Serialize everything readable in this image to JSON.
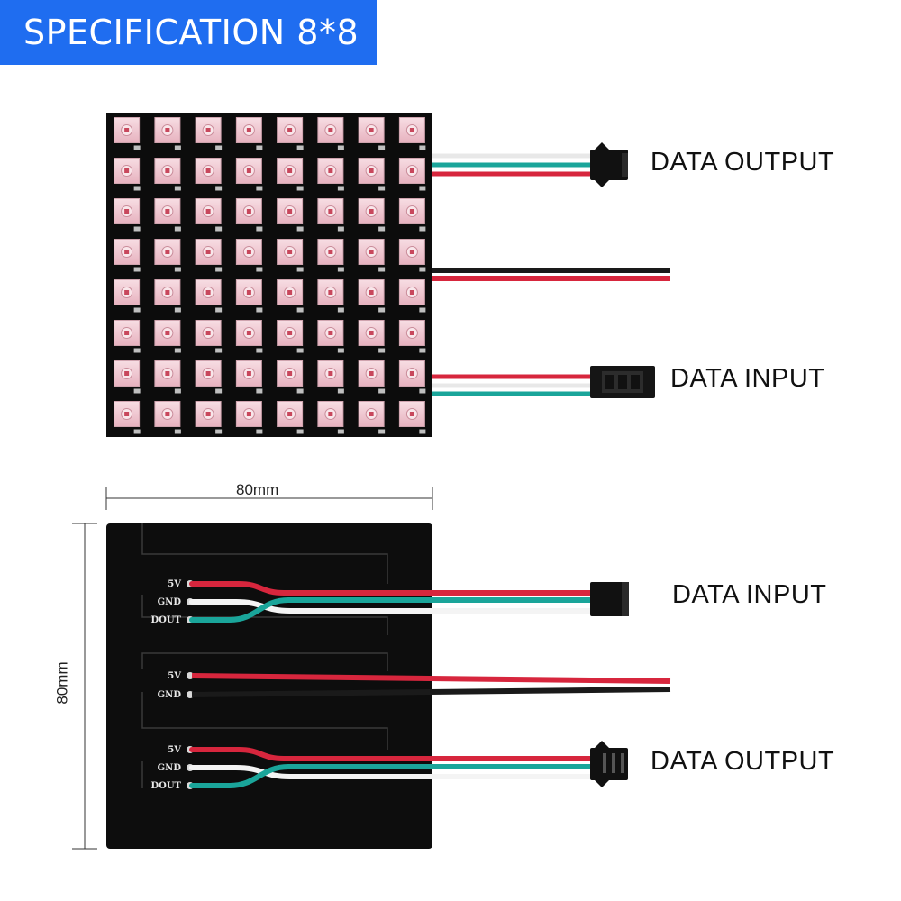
{
  "header": {
    "title": "SPECIFICATION 8*8"
  },
  "top_panel": {
    "rows": 8,
    "cols": 8,
    "data_output_label": "DATA OUTPUT",
    "data_input_label": "DATA INPUT"
  },
  "bottom_panel": {
    "width_dim": "80mm",
    "height_dim": "80mm",
    "data_input_label": "DATA INPUT",
    "data_output_label": "DATA OUTPUT",
    "pad_labels_top": [
      "5V",
      "GND",
      "DOUT"
    ],
    "pad_labels_mid": [
      "5V",
      "GND"
    ],
    "pad_labels_bottom": [
      "5V",
      "GND",
      "DOUT"
    ]
  },
  "colors": {
    "banner": "#1f6df0",
    "board": "#0c0c0c",
    "wire_red": "#d7263d",
    "wire_green": "#1aa59a",
    "wire_white": "#f4f4f4",
    "wire_black": "#1a1a1a",
    "led_pink": "#f2c9d2"
  }
}
